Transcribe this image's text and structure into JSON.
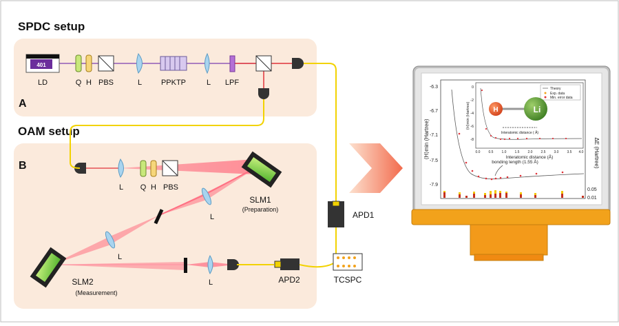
{
  "sections": {
    "spdc_title": "SPDC setup",
    "oam_title": "OAM setup",
    "panel_a": "A",
    "panel_b": "B"
  },
  "spdc_labels": {
    "ld": "LD",
    "ld_badge": "401",
    "q": "Q",
    "h": "H",
    "pbs": "PBS",
    "l1": "L",
    "ppktp": "PPKTP",
    "l2": "L",
    "lpf": "LPF"
  },
  "oam_labels": {
    "l1": "L",
    "q": "Q",
    "h": "H",
    "pbs": "PBS",
    "slm1": "SLM1",
    "slm1_sub": "(Preparation)",
    "l2": "L",
    "l3": "L",
    "slm2": "SLM2",
    "slm2_sub": "(Measurement)",
    "l4": "L",
    "apd1": "APD1",
    "apd2": "APD2",
    "tcspc": "TCSPC"
  },
  "monitor": {
    "ylabel_left": "⟨H⟩min (Hartree)",
    "ylabel_right": "ΔE (Hartree)",
    "xlabel_inset": "Interatomic distance (Å)",
    "inset_ylabel": "⟨H⟩min (Hartree)",
    "inset_arrow_label": "Interatomic distance ( Å)",
    "bond_label": "bonding length (1.55 Å)",
    "left_ticks": [
      "-6.3",
      "-6.7",
      "-7.1",
      "-7.5",
      "-7.9"
    ],
    "right_ticks": [
      "0.05",
      "0.01"
    ],
    "inset_yticks": [
      "0",
      "-2",
      "-4",
      "-6",
      "-8"
    ],
    "inset_xticks": [
      "0.0",
      "0.5",
      "1.0",
      "1.5",
      "2.0",
      "2.5",
      "3.0",
      "3.5",
      "4.0"
    ],
    "legend": [
      "Theory",
      "Exp. data",
      "Min. error data"
    ],
    "atom_h": "H",
    "atom_li": "Li"
  },
  "colors": {
    "panel_bg": "#fbeadc",
    "laser_red": "#e0333a",
    "fiber_yellow": "#f2d200",
    "violet_beam": "#7b3fb0",
    "lens_blue": "#a9d4ef",
    "slm_green": "#8fd14f",
    "arrow_orange": "#f39c6b",
    "monitor_orange": "#f2a21b"
  }
}
